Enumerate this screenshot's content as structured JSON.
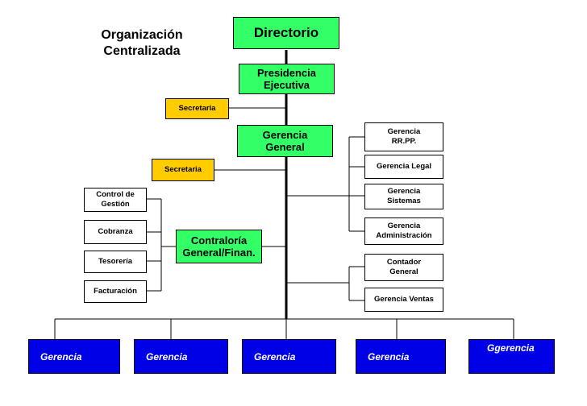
{
  "title": "Organización\nCentralizada",
  "colors": {
    "green": "#33ff66",
    "gold": "#ffcc00",
    "blue": "#0000e6",
    "line": "#000000"
  },
  "boxes": {
    "directorio": "Directorio",
    "presidencia": "Presidencia\nEjecutiva",
    "secretaria_1": "Secretaria",
    "gerencia_general": "Gerencia\nGeneral",
    "secretaria_2": "Secretaria",
    "contraloria": "Contraloría\nGeneral/Finan.",
    "control_gestion": "Control de\nGestión",
    "cobranza": "Cobranza",
    "tesoreria": "Tesorería",
    "facturacion": "Facturación",
    "gerencia_rrpp": "Gerencia\nRR.PP.",
    "gerencia_legal": "Gerencia Legal",
    "gerencia_sistemas": "Gerencia\nSistemas",
    "gerencia_administracion": "Gerencia\nAdministración",
    "contador_general": "Contador\nGeneral",
    "gerencia_ventas": "Gerencia Ventas"
  },
  "bottom": [
    "Gerencia",
    "Gerencia",
    "Gerencia",
    "Gerencia",
    "Ggerencia"
  ]
}
